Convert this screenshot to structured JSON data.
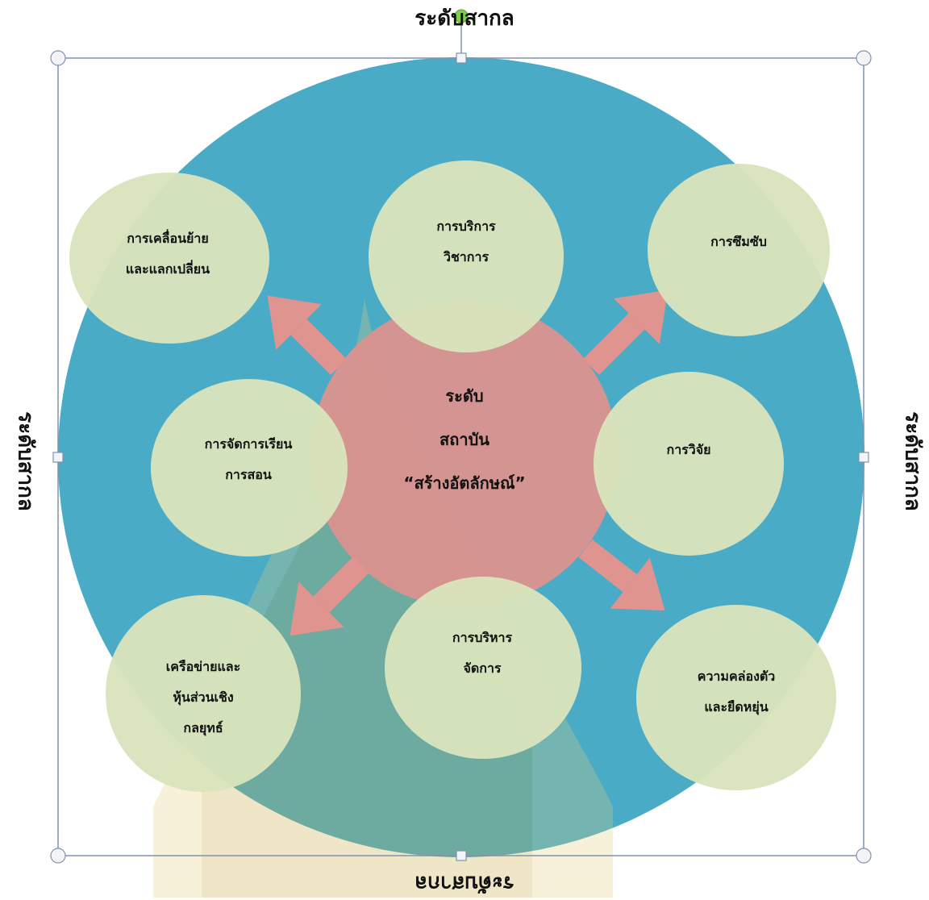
{
  "outer_labels": {
    "top": "ระดับสากล",
    "left": "ระดับสากล",
    "right": "ระดับสากล",
    "bottom": "ระดับสากล"
  },
  "center": {
    "line1": "ระดับ",
    "line2": "สถาบัน",
    "line3": "“สร้างอัตลักษณ์”"
  },
  "nodes": {
    "service": {
      "line1": "การบริการ",
      "line2": "วิชาการ"
    },
    "absorb": {
      "line1": "การซึมซับ"
    },
    "mobility": {
      "line1": "การเคลื่อนย้าย",
      "line2": "และแลกเปลี่ยน"
    },
    "teaching": {
      "line1": "การจัดการเรียน",
      "line2": "การสอน"
    },
    "research": {
      "line1": "การวิจัย"
    },
    "network": {
      "line1": "เครือข่ายและ",
      "line2": "หุ้นส่วนเชิง",
      "line3": "กลยุทธ์"
    },
    "management": {
      "line1": "การบริหาร",
      "line2": "จัดการ"
    },
    "flexibility": {
      "line1": "ความคล่องตัว",
      "line2": "และยืดหยุ่น"
    }
  },
  "colors": {
    "outer_circle": "#4aabc7",
    "center_circle": "#d9938f",
    "node_fill": "#d9e4bc",
    "arrow": "#e0948f",
    "selection_frame": "#7f93ad",
    "rotate_handle": "#7fd14b"
  }
}
